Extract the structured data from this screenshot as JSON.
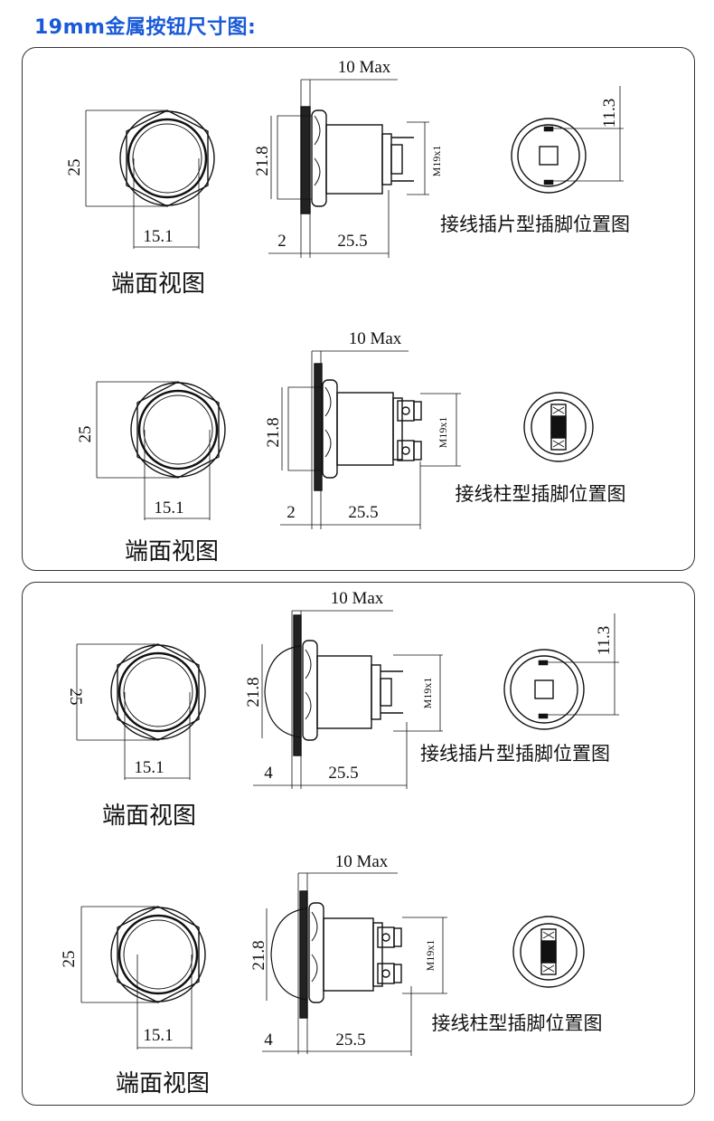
{
  "title": "19mm金属按钮尺寸图:",
  "views": [
    {
      "front_label": "端面视图",
      "height_dim": "25",
      "width_dim": "15.1",
      "max_dim": "10 Max",
      "side_height": "21.8",
      "flange": "2",
      "length": "25.5",
      "thread": "M19x1",
      "pin_label": "接线插片型插脚位置图",
      "pin_dim": "11.3"
    },
    {
      "front_label": "端面视图",
      "height_dim": "25",
      "width_dim": "15.1",
      "max_dim": "10 Max",
      "side_height": "21.8",
      "flange": "2",
      "length": "25.5",
      "thread": "M19x1",
      "pin_label": "接线柱型插脚位置图"
    },
    {
      "front_label": "端面视图",
      "height_dim": "25",
      "width_dim": "15.1",
      "max_dim": "10 Max",
      "side_height": "21.8",
      "flange": "4",
      "length": "25.5",
      "thread": "M19x1",
      "pin_label": "接线插片型插脚位置图",
      "pin_dim": "11.3"
    },
    {
      "front_label": "端面视图",
      "height_dim": "25",
      "width_dim": "15.1",
      "max_dim": "10 Max",
      "side_height": "21.8",
      "flange": "4",
      "length": "25.5",
      "thread": "M19x1",
      "pin_label": "接线柱型插脚位置图"
    }
  ]
}
